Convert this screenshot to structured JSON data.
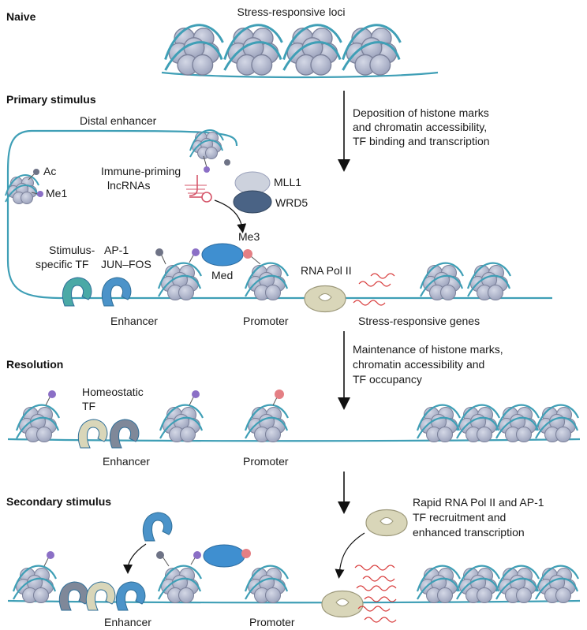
{
  "colors": {
    "dna": "#3f9fb6",
    "histone": "#b4bad0",
    "histone_edge": "#7b819a",
    "ac": "#6e7386",
    "me1": "#8b6fc6",
    "me3": "#e47f84",
    "ap1": "#4b93c9",
    "stimulus_tf": "#4aa9a6",
    "mediator": "#3f8fd0",
    "pol2": "#d9d6b9",
    "mll1": "#cdd2dd",
    "wrd5": "#4a6385",
    "lncrna": "#d5566a",
    "transcript": "#d83b3b",
    "dark_tf": "#7f8899"
  },
  "sections": {
    "naive": "Naive",
    "primary": "Primary stimulus",
    "resolution": "Resolution",
    "secondary": "Secondary stimulus"
  },
  "labels": {
    "stress_loci": "Stress-responsive loci",
    "distal_enhancer": "Distal enhancer",
    "ac": "Ac",
    "me1": "Me1",
    "lncrna_1": "Immune-priming",
    "lncrna_2": "lncRNAs",
    "mll1": "MLL1",
    "wrd5": "WRD5",
    "me3": "Me3",
    "stimulus_tf_1": "Stimulus-",
    "stimulus_tf_2": "specific TF",
    "ap1_1": "AP-1",
    "ap1_2": "JUN–FOS",
    "med": "Med",
    "rna_pol": "RNA Pol  II",
    "enhancer_1": "Enhancer",
    "promoter_1": "Promoter",
    "stress_genes": "Stress-responsive genes",
    "homeostatic_1": "Homeostatic",
    "homeostatic_2": "TF",
    "enhancer_2": "Enhancer",
    "promoter_2": "Promoter",
    "enhancer_3": "Enhancer",
    "promoter_3": "Promoter"
  },
  "arrows": {
    "a1_line1": "Deposition of histone marks",
    "a1_line2": "and chromatin accessibility,",
    "a1_line3": "TF binding and transcription",
    "a2_line1": "Maintenance of histone marks,",
    "a2_line2": "chromatin accessibility and",
    "a2_line3": "TF occupancy",
    "a3_line1": "Rapid RNA Pol II and AP-1",
    "a3_line2": "TF recruitment and",
    "a3_line3": "enhanced transcription"
  }
}
